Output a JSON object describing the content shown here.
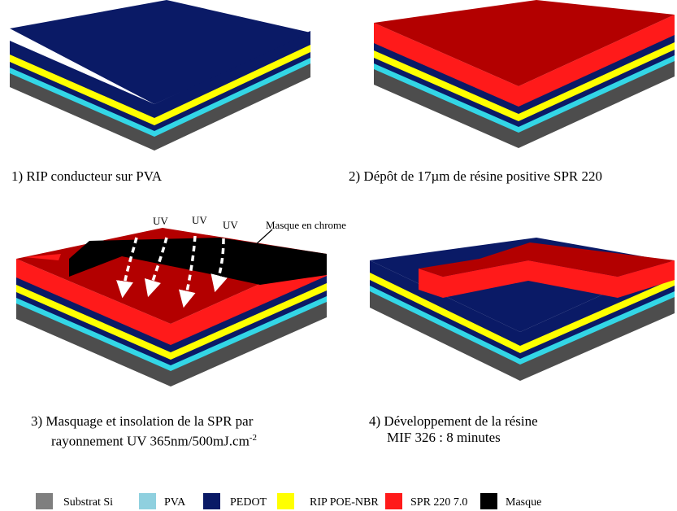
{
  "panels": [
    {
      "caption": "1) RIP conducteur sur PVA"
    },
    {
      "caption": "2)  Dépôt de 17µm de résine positive SPR 220"
    },
    {
      "caption_line1": "3) Masquage et insolation de la SPR  par",
      "caption_line2": "rayonnement UV 365nm/500mJ.cm",
      "caption_sup": "-2"
    },
    {
      "caption_line1": "4) Développement de la résine",
      "caption_line2": "MIF 326 : 8 minutes"
    }
  ],
  "uv_labels": [
    "UV",
    "UV",
    "UV"
  ],
  "mask_label": "Masque en chrome",
  "legend": [
    {
      "label": "Substrat Si",
      "color": "#7f7f7f"
    },
    {
      "label": "PVA",
      "color": "#8fd0df"
    },
    {
      "label": "PEDOT",
      "color": "#0a1a66"
    },
    {
      "label": "RIP POE-NBR",
      "color": "#ffff00"
    },
    {
      "label": "SPR 220 7.0",
      "color": "#ff1a1a"
    },
    {
      "label": "Masque",
      "color": "#000000"
    }
  ],
  "colors": {
    "substrate": "#4d4d4d",
    "pva": "#33d6e6",
    "pedot": "#0a1a66",
    "rip": "#ffff00",
    "spr": "#ff1a1a",
    "spr_dark": "#b30000",
    "mask": "#000000"
  }
}
